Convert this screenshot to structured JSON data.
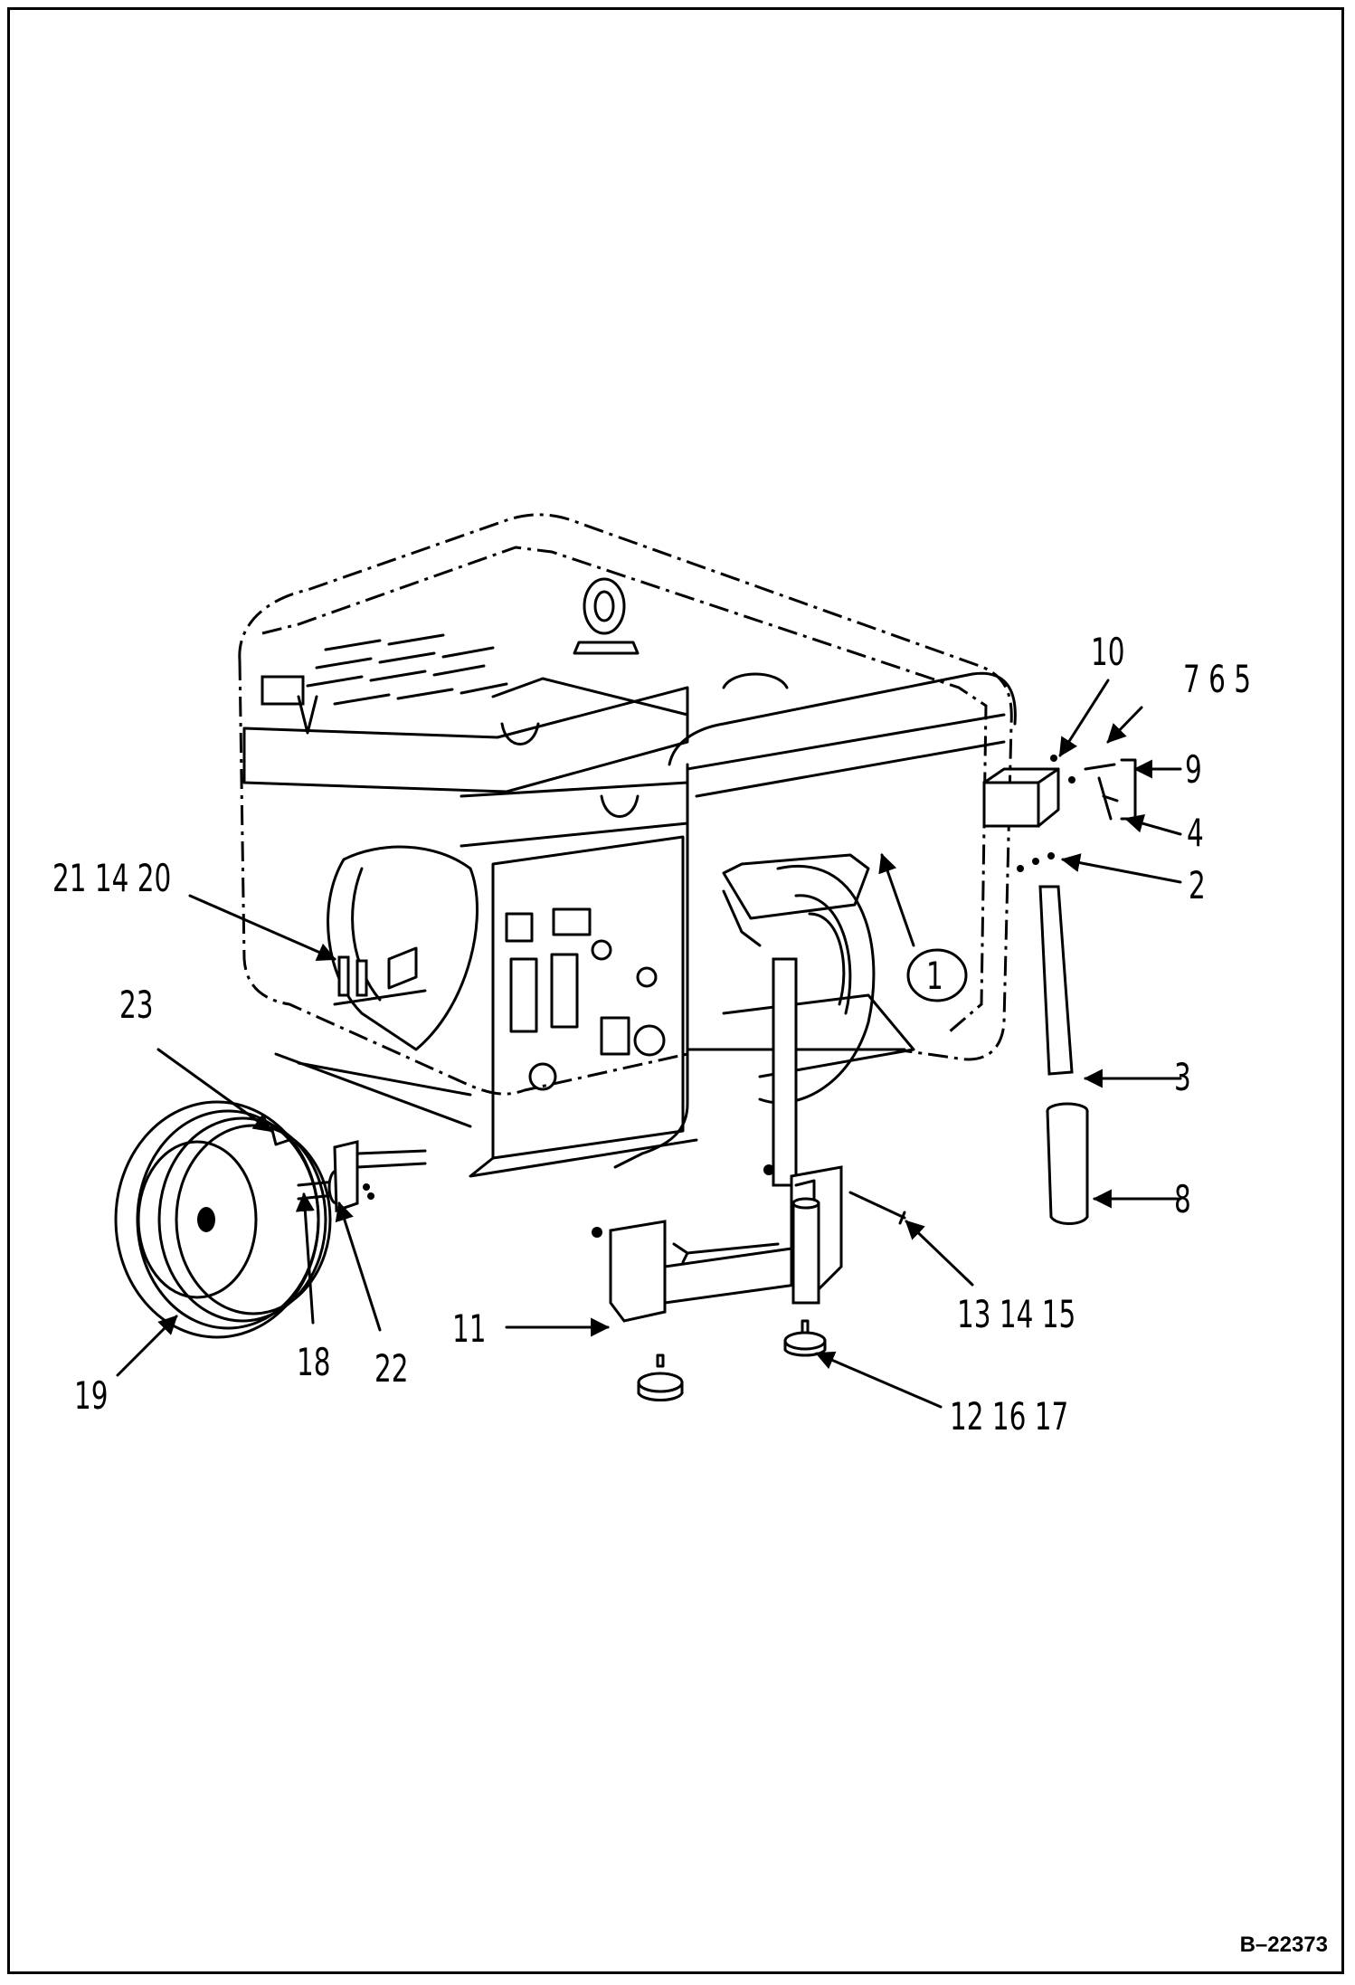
{
  "callouts": {
    "c10": "10",
    "c765": "7  6  5",
    "c9": "9",
    "c4": "4",
    "c2": "2",
    "c1": "1",
    "c3": "3",
    "c8": "8",
    "c211420": "21 14 20",
    "c23": "23",
    "c11": "11",
    "c131415": "13  14  15",
    "c121617": "12  16  17",
    "c18": "18",
    "c22": "22",
    "c19": "19"
  },
  "drawing_number": "B–22373"
}
